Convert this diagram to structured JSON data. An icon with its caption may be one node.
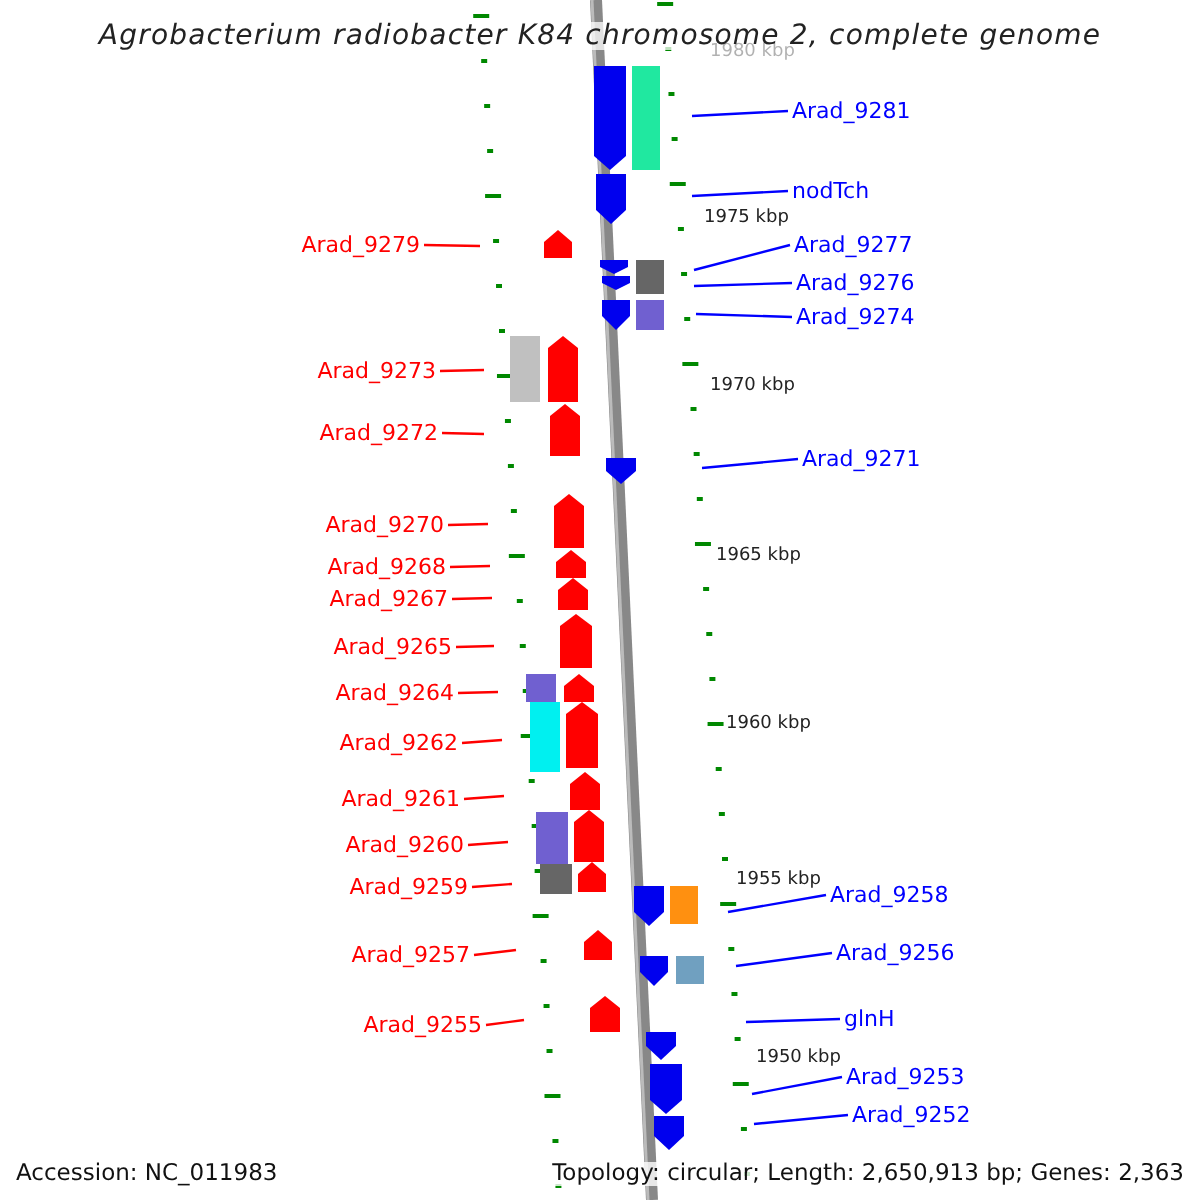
{
  "diagram": {
    "title": "Agrobacterium radiobacter K84 chromosome 2, complete genome",
    "nodes": [
      {
        "text": [
          "Arad_9281"
        ]
      },
      {
        "text": [
          "nodTch"
        ]
      },
      {
        "text": [
          "Arad_9279"
        ]
      },
      {
        "text": [
          "Arad_9277"
        ]
      },
      {
        "text": [
          "Arad_9276"
        ]
      },
      {
        "text": [
          "Arad_9274"
        ]
      },
      {
        "text": [
          "Arad_9273"
        ]
      },
      {
        "text": [
          "Arad_9272"
        ]
      },
      {
        "text": [
          "Arad_9271"
        ]
      },
      {
        "text": [
          "Arad_9270"
        ]
      },
      {
        "text": [
          "Arad_9268"
        ]
      },
      {
        "text": [
          "Arad_9267"
        ]
      },
      {
        "text": [
          "Arad_9265"
        ]
      },
      {
        "text": [
          "Arad_9264"
        ]
      },
      {
        "text": [
          "Arad_9262"
        ]
      },
      {
        "text": [
          "Arad_9261"
        ]
      },
      {
        "text": [
          "Arad_9260"
        ]
      },
      {
        "text": [
          "Arad_9259"
        ]
      },
      {
        "text": [
          "Arad_9258"
        ]
      },
      {
        "text": [
          "Arad_9257"
        ]
      },
      {
        "text": [
          "Arad_9256"
        ]
      },
      {
        "text": [
          "Arad_9255"
        ]
      },
      {
        "text": [
          "glnH"
        ]
      },
      {
        "text": [
          "Arad_9253"
        ]
      },
      {
        "text": [
          "Arad_9252"
        ]
      }
    ],
    "edges": [
      {
        "from": 0,
        "to": null,
        "arrow": "none",
        "color": "#0000ff"
      },
      {
        "from": 1,
        "to": null,
        "arrow": "none",
        "color": "#0000ff"
      },
      {
        "from": 2,
        "to": null,
        "arrow": "none"
      },
      {
        "from": 3,
        "to": null,
        "arrow": "none",
        "color": "#0000ff"
      },
      {
        "from": 4,
        "to": null,
        "arrow": "none",
        "color": "#0000ff"
      },
      {
        "from": 5,
        "to": null,
        "arrow": "none",
        "color": "#0000ff"
      },
      {
        "from": 6,
        "to": null,
        "arrow": "none"
      },
      {
        "from": 7,
        "to": null,
        "arrow": "none"
      },
      {
        "from": 8,
        "to": null,
        "arrow": "none",
        "color": "#0000ff"
      },
      {
        "from": 9,
        "to": null,
        "arrow": "none"
      },
      {
        "from": 10,
        "to": null,
        "arrow": "none"
      },
      {
        "from": 11,
        "to": null,
        "arrow": "none"
      },
      {
        "from": 12,
        "to": null,
        "arrow": "none"
      },
      {
        "from": 13,
        "to": null,
        "arrow": "none"
      },
      {
        "from": 14,
        "to": null,
        "arrow": "none"
      },
      {
        "from": 15,
        "to": null,
        "arrow": "none"
      },
      {
        "from": 16,
        "to": null,
        "arrow": "none"
      },
      {
        "from": 17,
        "to": null,
        "arrow": "none"
      },
      {
        "from": 18,
        "to": null,
        "arrow": "none",
        "color": "#0000ff"
      },
      {
        "from": 19,
        "to": null,
        "arrow": "none"
      },
      {
        "from": 20,
        "to": null,
        "arrow": "none",
        "color": "#0000ff"
      },
      {
        "from": 21,
        "to": null,
        "arrow": "none"
      },
      {
        "from": 22,
        "to": null,
        "arrow": "none",
        "color": "#0000ff"
      },
      {
        "from": 23,
        "to": null,
        "arrow": "none",
        "color": "#0000ff"
      },
      {
        "from": 24,
        "to": null,
        "arrow": "none",
        "color": "#0000ff"
      }
    ],
    "labels": [
      "1980 kbp",
      "1975 kbp",
      "1970 kbp",
      "1965 kbp",
      "1960 kbp",
      "1955 kbp",
      "1950 kbp",
      "Accession: NC_011983",
      "Topology: circular; Length: 2,650,913 bp; Genes: 2,363"
    ]
  }
}
